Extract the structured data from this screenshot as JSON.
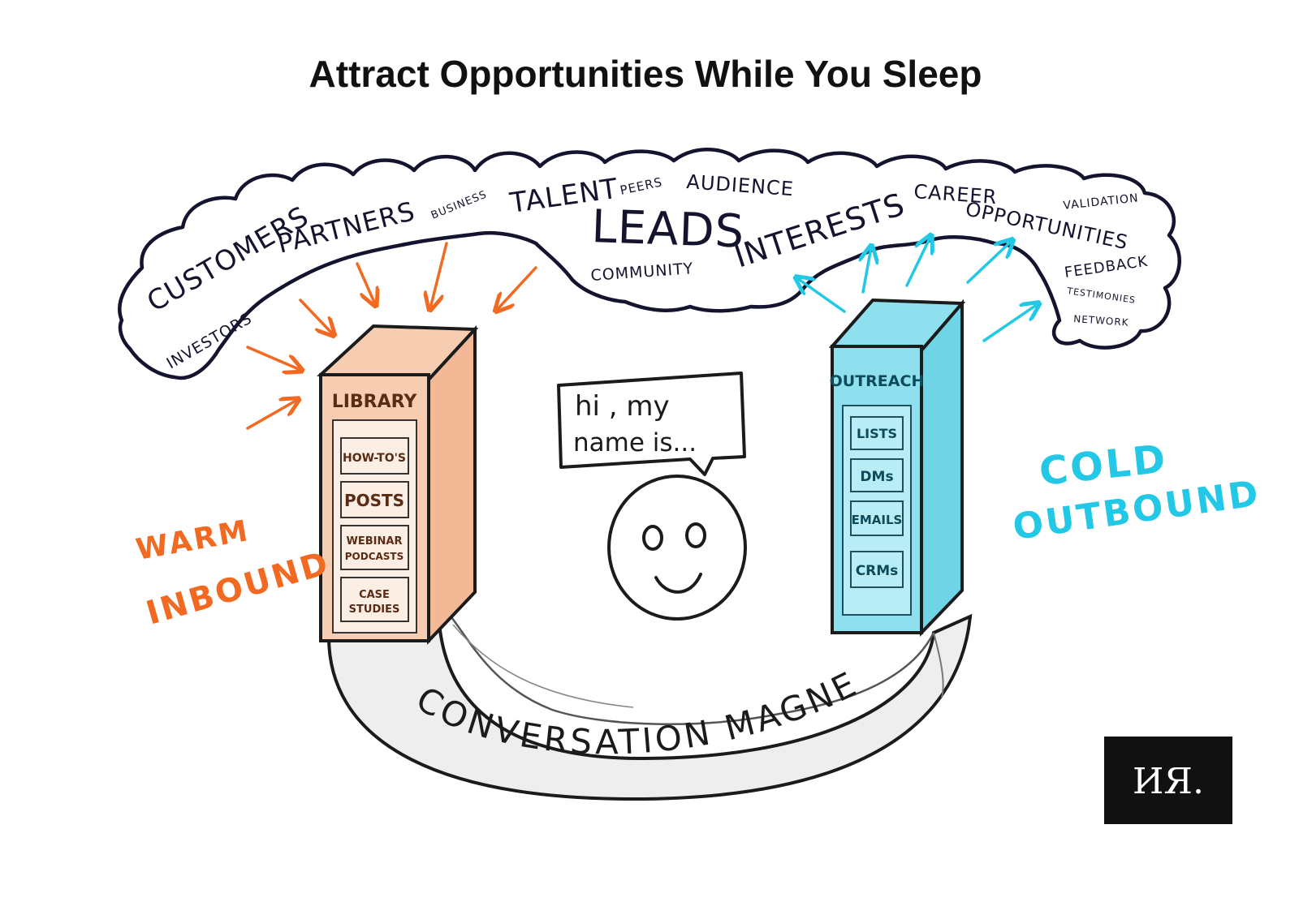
{
  "title": "Attract Opportunities While You Sleep",
  "colors": {
    "ink": "#14142e",
    "warm": "#f26a21",
    "cold": "#22c8e6",
    "library_fill": "#f6cdb1",
    "outreach_fill": "#8fe0ee",
    "magnet_fill": "#eeeeee"
  },
  "cloud": {
    "words": [
      "CUSTOMERS",
      "INVESTORS",
      "PARTNERS",
      "BUSINESS",
      "TALENT",
      "PEERS",
      "AUDIENCE",
      "LEADS",
      "COMMUNITY",
      "INTERESTS",
      "CAREER",
      "OPPORTUNITIES",
      "VALIDATION",
      "FEEDBACK",
      "TESTIMONIES",
      "NETWORK"
    ]
  },
  "library": {
    "label": "LIBRARY",
    "items": [
      "HOW-TO'S",
      "POSTS",
      "WEBINAR",
      "PODCASTS",
      "CASE",
      "STUDIES"
    ]
  },
  "outreach": {
    "label": "OUTREACH",
    "items": [
      "LISTS",
      "DMs",
      "EMAILS",
      "CRMs"
    ]
  },
  "speech": {
    "line1": "hi , my",
    "line2": "name is..."
  },
  "warm_label": {
    "line1": "WARM",
    "line2": "INBOUND"
  },
  "cold_label": {
    "line1": "COLD",
    "line2": "OUTBOUND"
  },
  "magnet_label": "CONVERSATION MAGNET",
  "logo": {
    "text": "ИЯ."
  },
  "icons": [
    "smiley-face-icon",
    "speech-bubble-icon",
    "magnet-icon",
    "cloud-icon",
    "arrow-icon"
  ]
}
